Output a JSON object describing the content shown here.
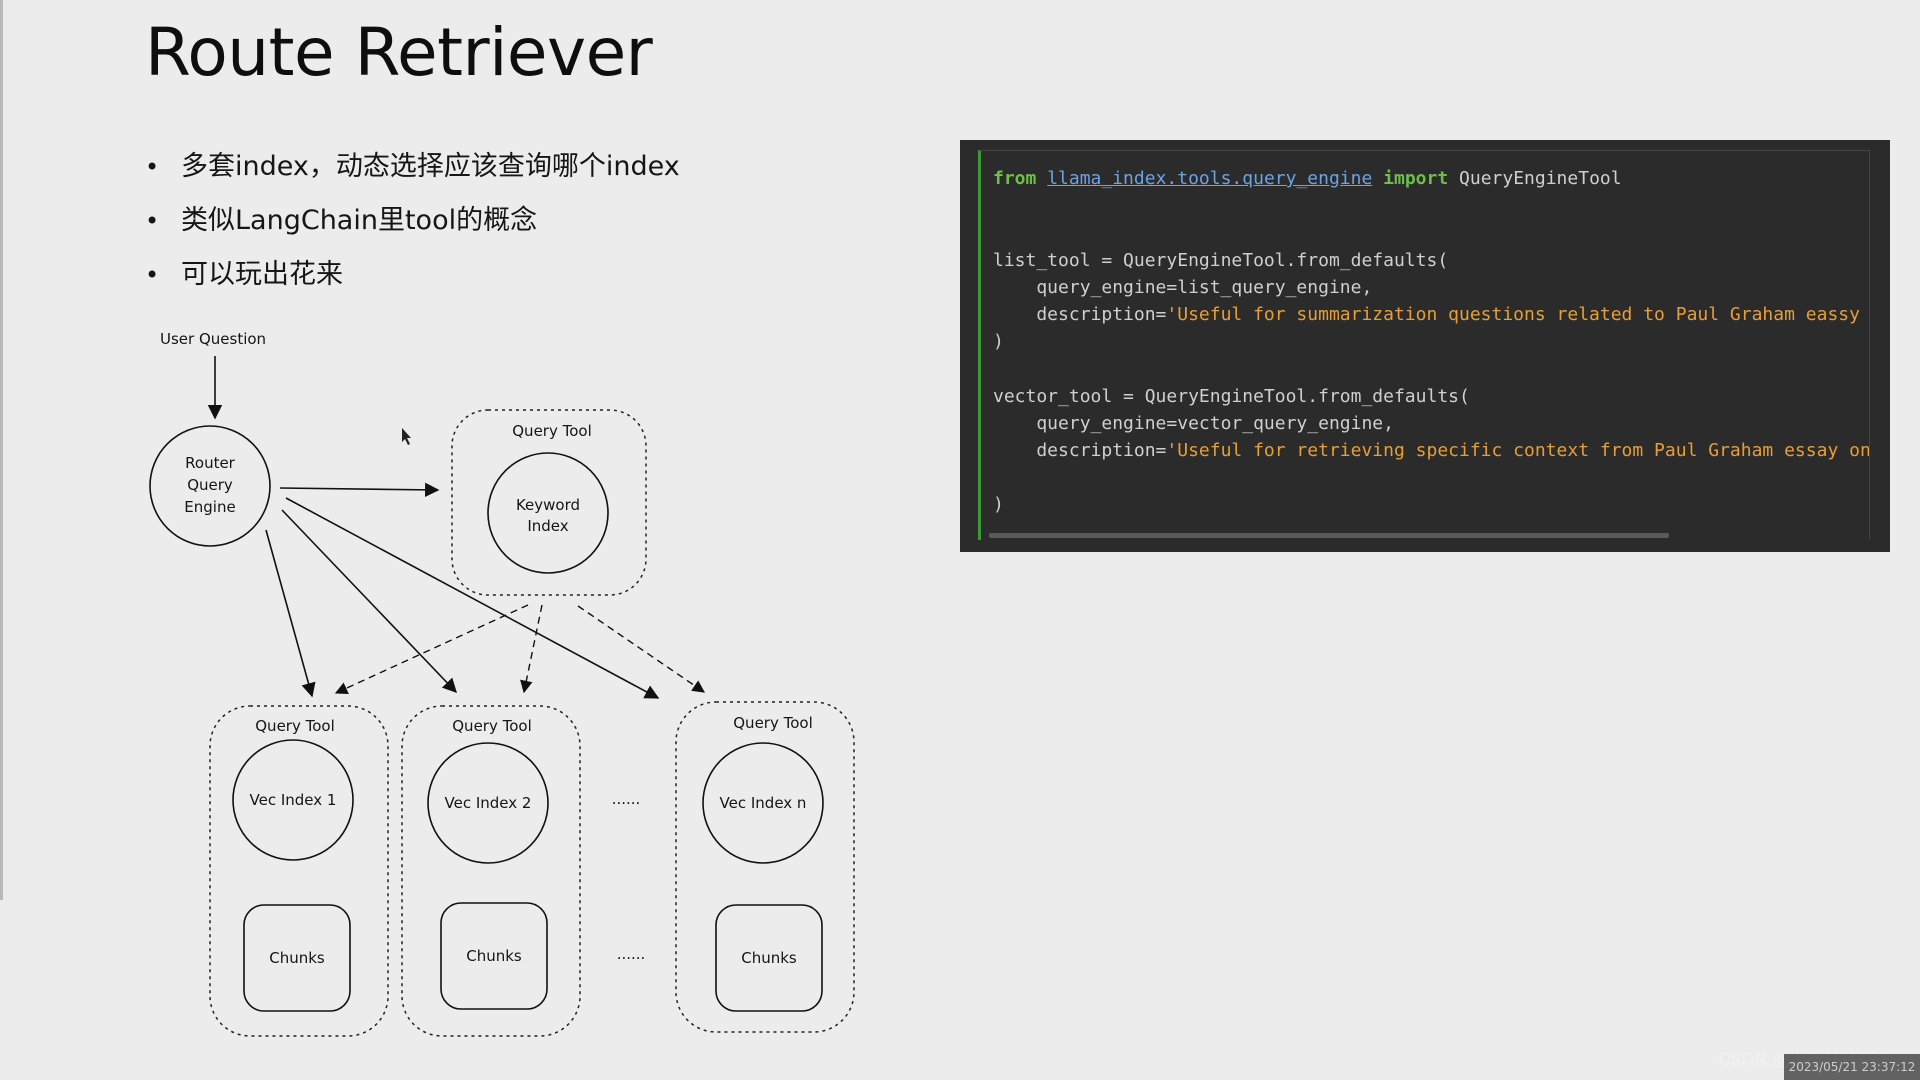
{
  "slide": {
    "title": "Route Retriever",
    "bullets": [
      "多套index，动态选择应该查询哪个index",
      "类似LangChain里tool的概念",
      "可以玩出花来"
    ]
  },
  "diagram": {
    "user_question": "User Question",
    "router": [
      "Router",
      "Query",
      "Engine"
    ],
    "query_tool_label": "Query Tool",
    "keyword_index": [
      "Keyword",
      "Index"
    ],
    "vec_index_1": "Vec Index 1",
    "vec_index_2": "Vec Index 2",
    "vec_index_n": "Vec Index n",
    "chunks_label": "Chunks",
    "ellipsis": "......"
  },
  "code": {
    "line1_from": "from",
    "line1_module": "llama_index.tools.query_engine",
    "line1_import": "import",
    "line1_name": " QueryEngineTool",
    "list_tool_decl": "list_tool = QueryEngineTool.from_defaults(",
    "list_tool_engine": "    query_engine=list_query_engine,",
    "list_tool_desc_key": "    description=",
    "list_tool_desc_val": "'Useful for summarization questions related to Paul Graham eassy",
    "close_paren": ")",
    "vector_tool_decl": "vector_tool = QueryEngineTool.from_defaults(",
    "vector_tool_engine": "    query_engine=vector_query_engine,",
    "vector_tool_desc_key": "    description=",
    "vector_tool_desc_val": "'Useful for retrieving specific context from Paul Graham essay on"
  },
  "watermark": {
    "text": "CSDN @大壮爸爸180",
    "stamp": "2023/05/21 23:37:12"
  },
  "colors": {
    "background": "#ececec",
    "code_bg": "#2b2b2b",
    "keyword": "#6dbf4a",
    "module": "#6aa4e8",
    "string": "#e89e34"
  }
}
